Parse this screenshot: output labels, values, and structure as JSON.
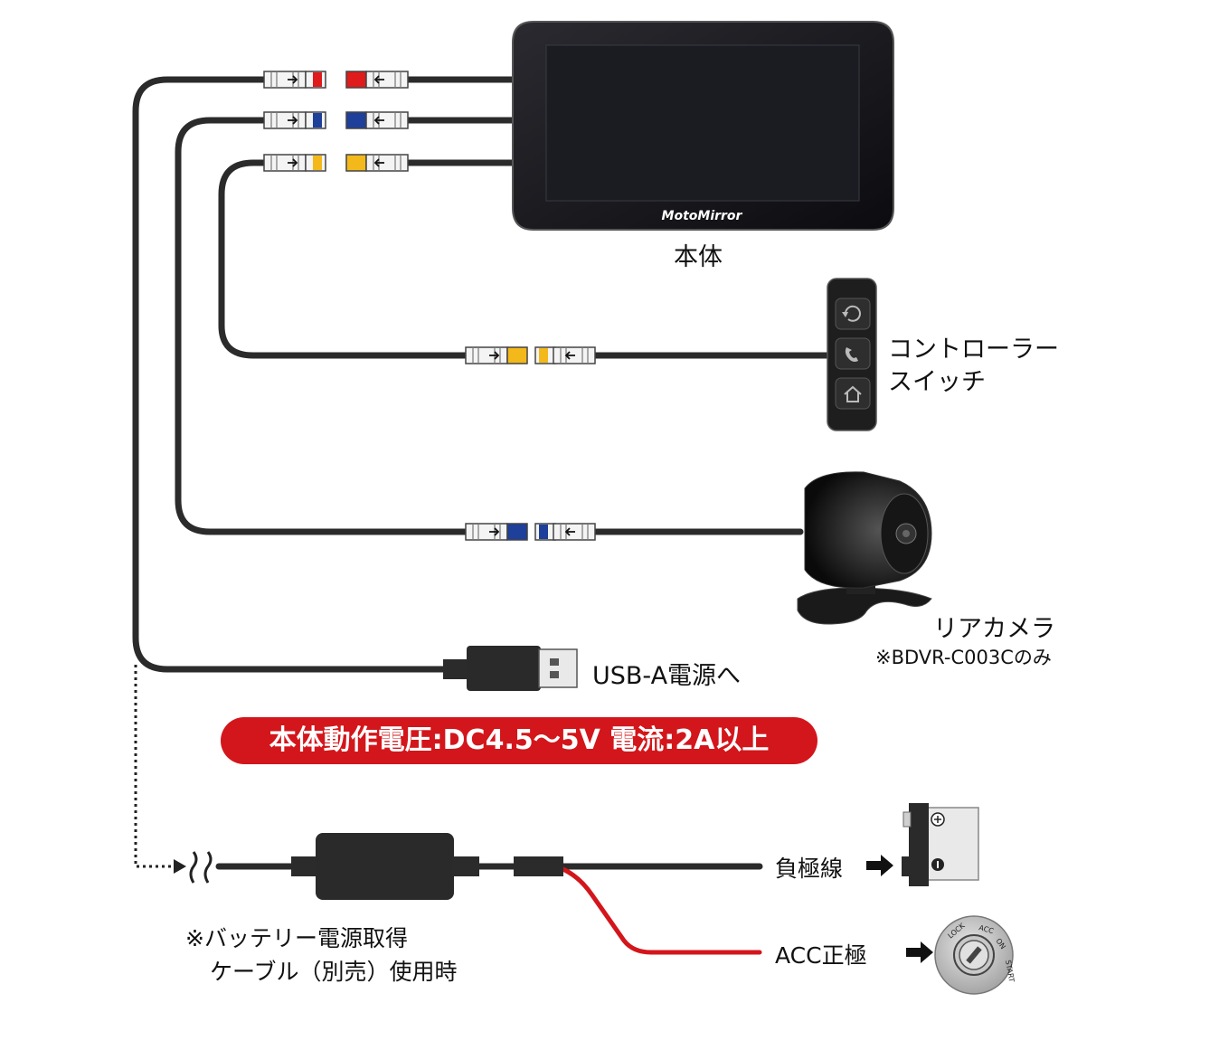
{
  "labels": {
    "main_unit": "本体",
    "controller_line1": "コントローラー",
    "controller_line2": "スイッチ",
    "rear_camera": "リアカメラ",
    "rear_camera_note": "※BDVR-C003Cのみ",
    "usb_power": "USB-A電源へ",
    "spec_badge": "本体動作電圧:DC4.5〜5V 電流:2A以上",
    "negative": "負極線",
    "acc": "ACC正極",
    "battery_note_line1": "※バッテリー電源取得",
    "battery_note_line2": "ケーブル（別売）使用時",
    "brand_logo": "MotoMirror",
    "ignition_lock": "LOCK",
    "ignition_acc": "ACC",
    "ignition_on": "ON",
    "ignition_start": "START"
  },
  "colors": {
    "cable": "#2b2b2b",
    "connector_red": "#e01b1b",
    "connector_blue": "#1e3f9a",
    "connector_yellow": "#f3b81a",
    "acc_wire": "#d3161b",
    "badge": "#d3161b"
  },
  "icons": [
    "rotate-icon",
    "phone-icon",
    "home-icon",
    "usb-plug-icon",
    "battery-icon",
    "ignition-key-icon",
    "arrow-right-icon"
  ]
}
